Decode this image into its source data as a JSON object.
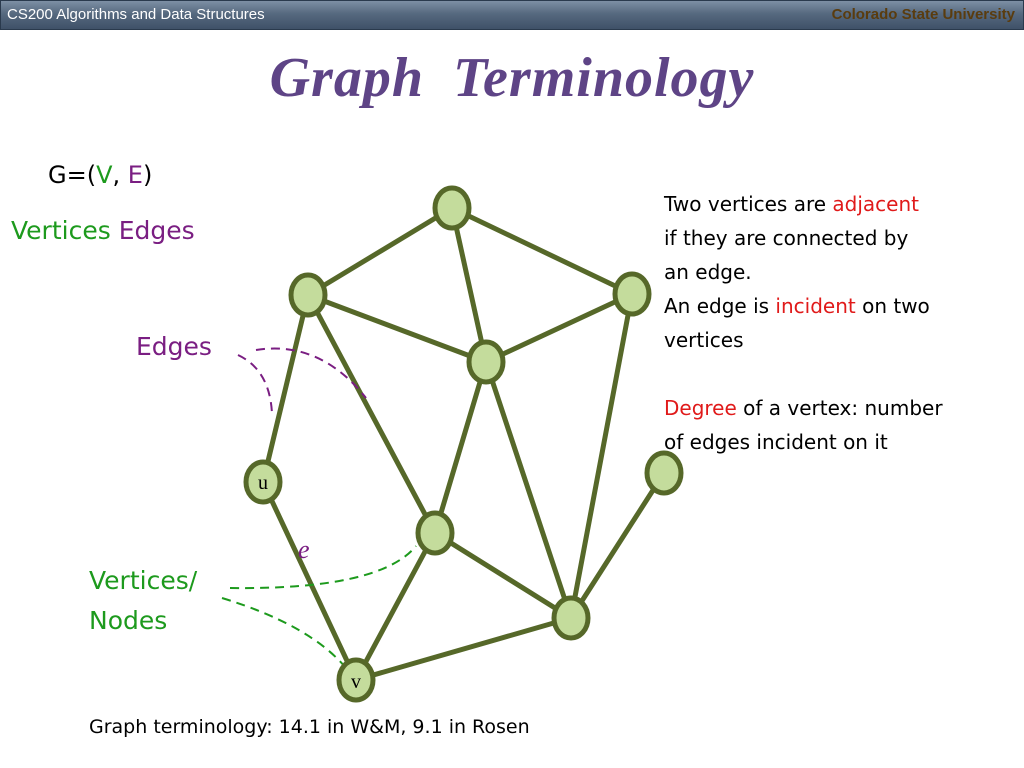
{
  "header": {
    "course": "CS200 Algorithms and Data Structures",
    "university": "Colorado State University"
  },
  "slide": {
    "title": "Graph  Terminology",
    "definition": {
      "prefix": "G=(",
      "v": "V",
      "comma": ", ",
      "e": "E",
      "suffix": ")"
    },
    "legend": {
      "vertices": "Vertices",
      "space": " ",
      "edges": "Edges"
    },
    "labels": {
      "edges": "Edges",
      "vertices_line1": "Vertices/",
      "vertices_line2": "Nodes",
      "edge_e": "e",
      "node_u": "u",
      "node_v": "v"
    },
    "explanation": {
      "l1_a": "Two vertices are ",
      "l1_red": "adjacent",
      "l2": "if they are connected by",
      "l3": "an edge.",
      "l4_a": "An edge is ",
      "l4_red": "incident",
      "l4_b": " on two",
      "l5": "vertices",
      "l6_red": "Degree",
      "l6_b": " of a vertex: number",
      "l7": "of edges incident on it"
    },
    "footer": "Graph terminology:  14.1 in W&M, 9.1 in Rosen"
  },
  "colors": {
    "edge": "#566829",
    "node_fill": "#c4dc9c",
    "node_stroke": "#566829",
    "edges_callout": "#7a1e82",
    "vertices_callout": "#1d9a1d",
    "highlight": "#e01a1a"
  }
}
